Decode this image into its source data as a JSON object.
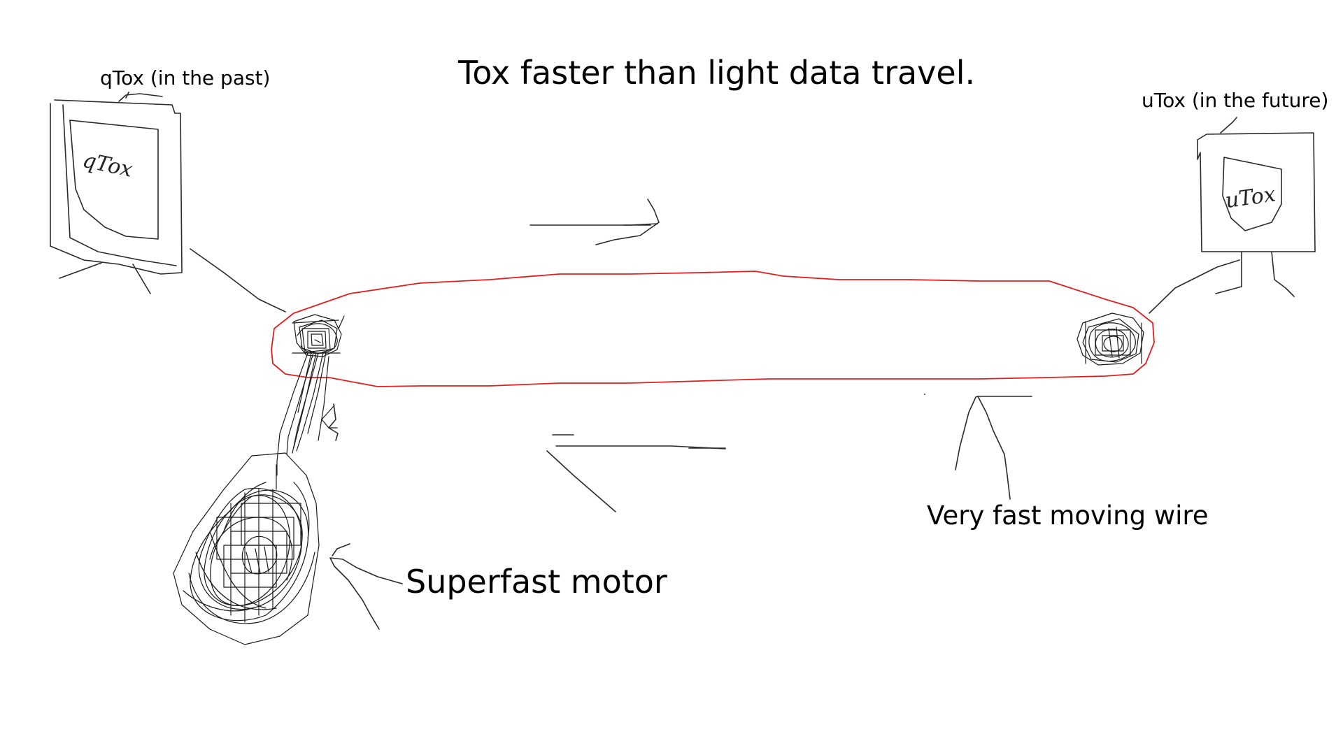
{
  "title": "Tox faster than light data travel.",
  "clients": {
    "left": {
      "caption": "qTox (in the past)",
      "screen_text": "qTox"
    },
    "right": {
      "caption": "uTox (in the future)",
      "screen_text": "uTox"
    }
  },
  "labels": {
    "motor": "Superfast motor",
    "wire": "Very fast moving wire"
  },
  "colors": {
    "wire_loop": "#e02020",
    "ink": "#1a1a1a",
    "background": "#ffffff"
  },
  "icons": {
    "left_monitor": "monitor-icon",
    "right_monitor": "monitor-icon",
    "motor": "motor-scribble",
    "pulleys": "pulley-scribble",
    "arrows": [
      "arrow-right",
      "arrow-left"
    ]
  }
}
